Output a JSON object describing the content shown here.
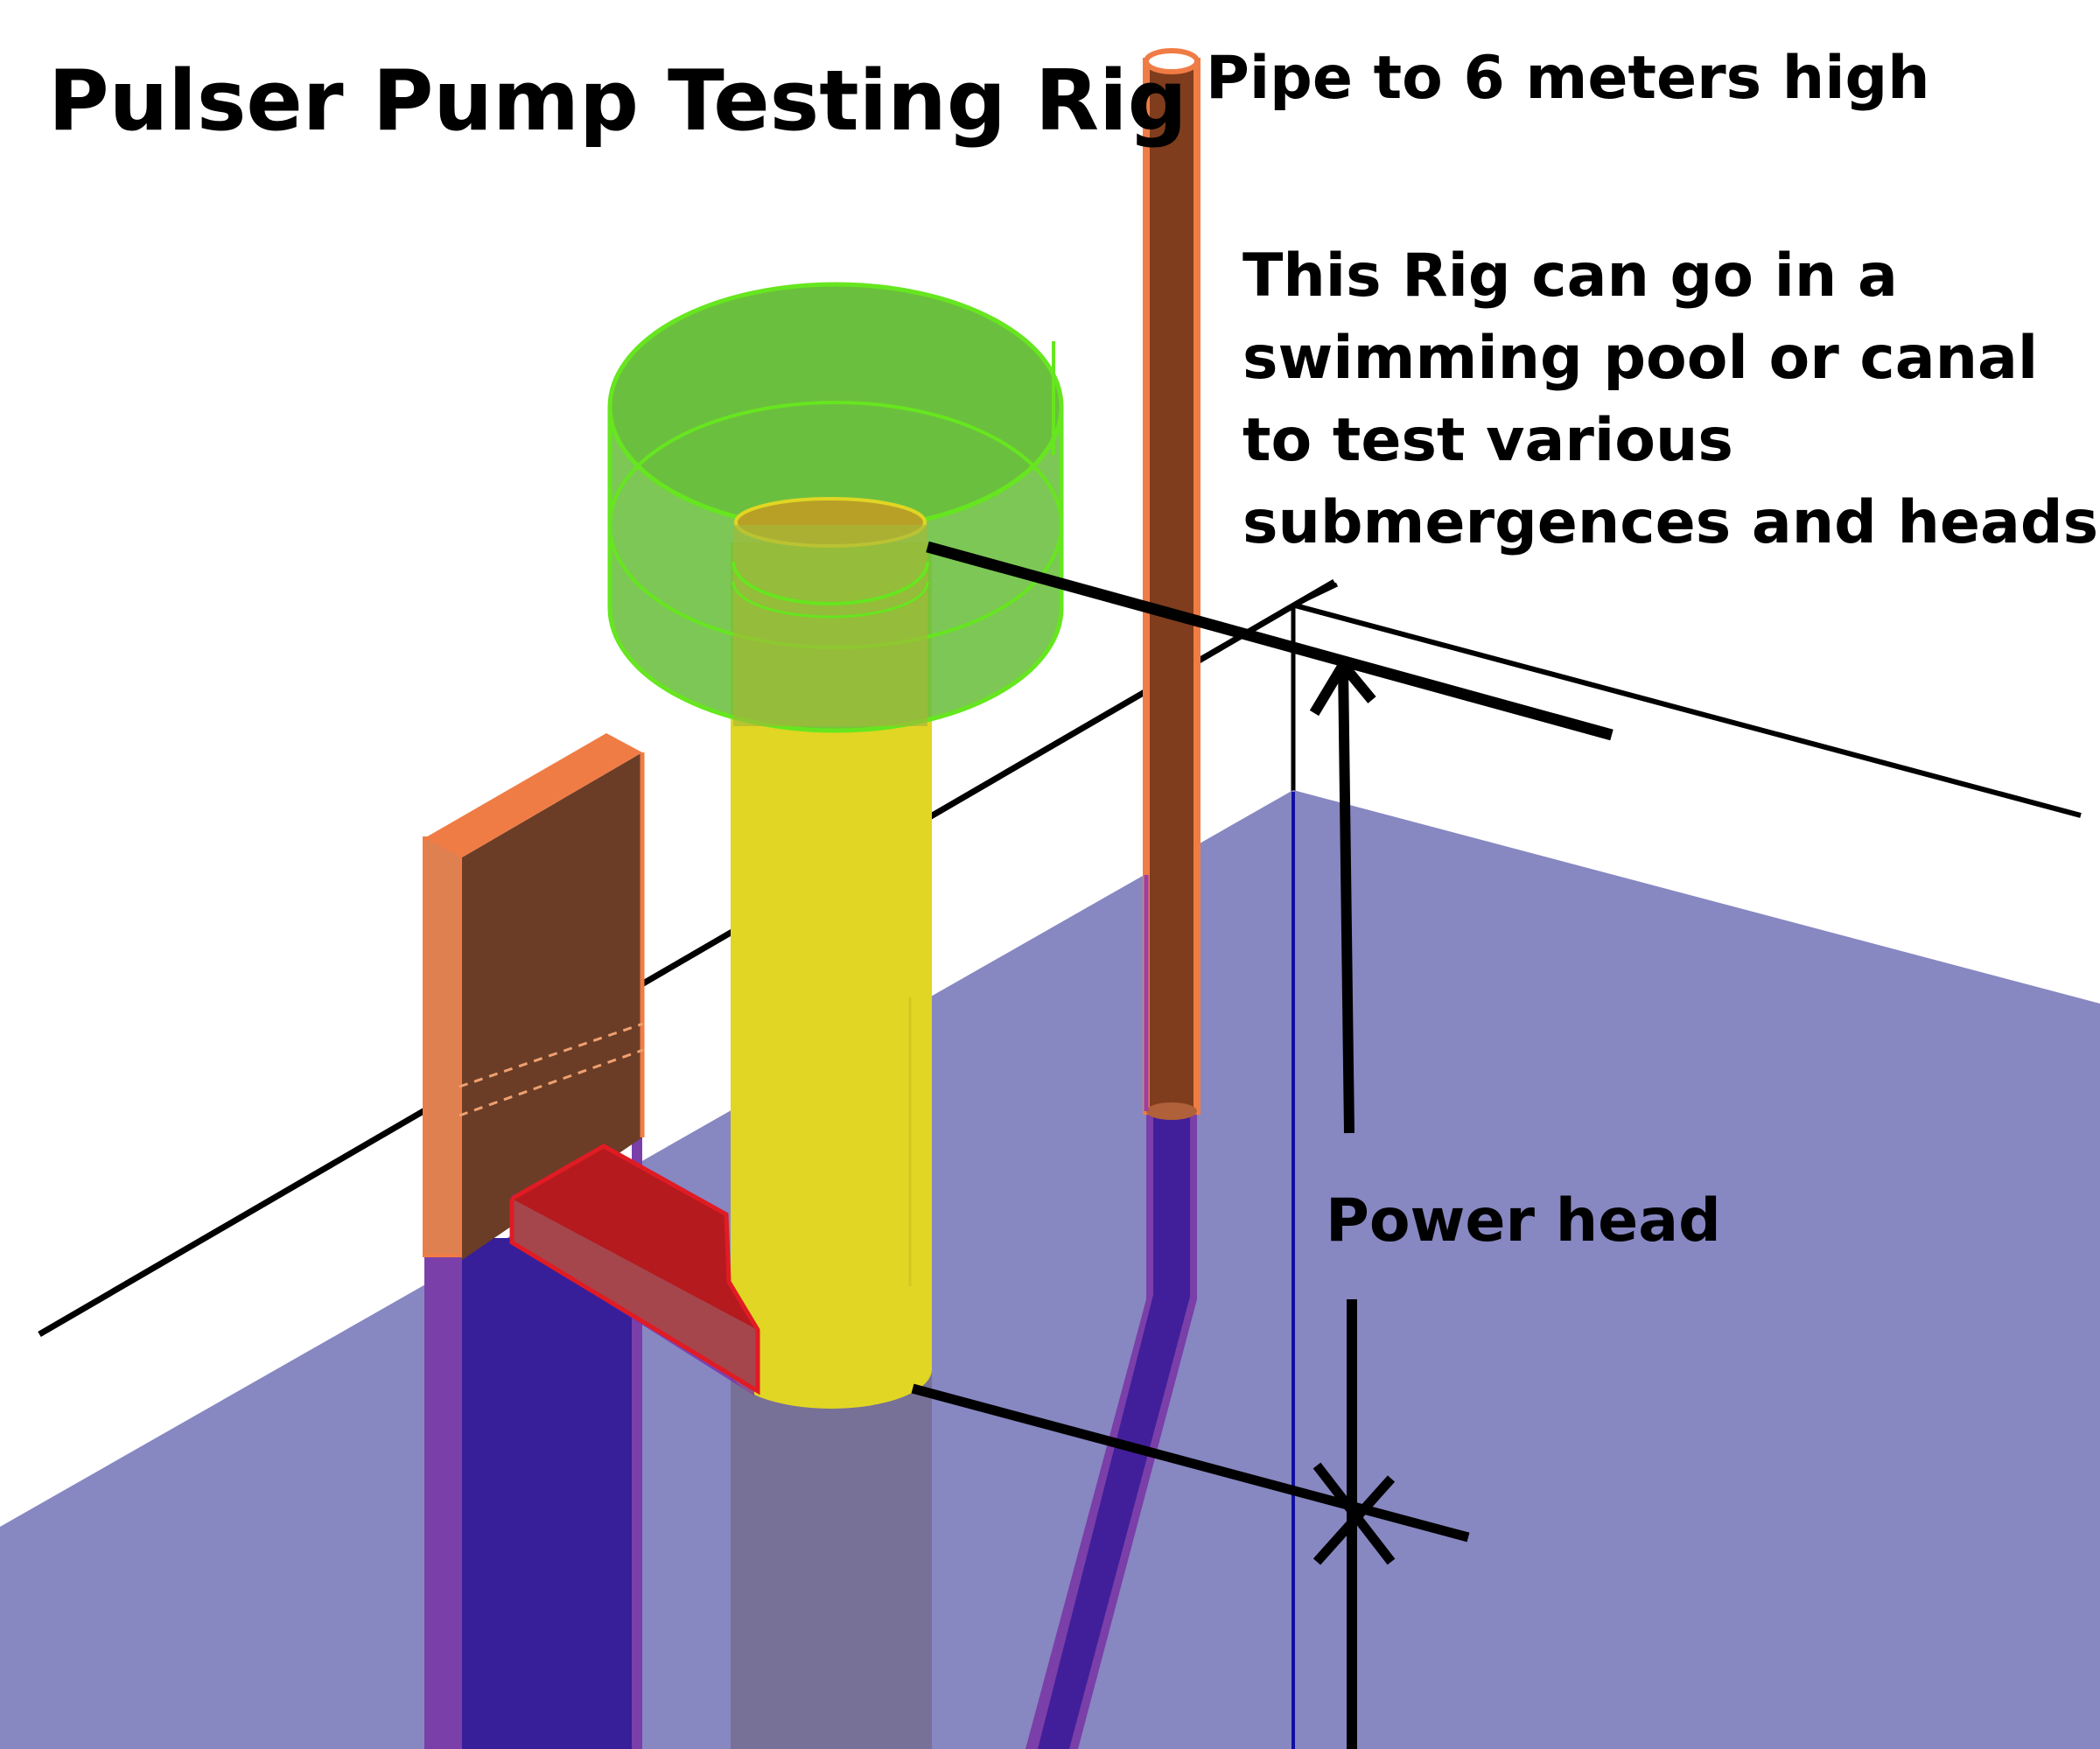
{
  "title": "Pulser Pump Testing Rig",
  "labels": {
    "pipe_height": "Pipe to 6 meters high",
    "power_head": "Power head",
    "note_lines": [
      "This Rig can go in a",
      "swimming pool or canal",
      "to test various",
      "submergences and heads"
    ]
  },
  "colors": {
    "background": "#ffffff",
    "water": "#8787c2",
    "water_submerged_part": "#3a1f9a",
    "pipe_outline": "#f07c45",
    "pipe_body": "#7f3d1d",
    "board_body": "#6b3d26",
    "tank_green": "#6bbf3f",
    "tank_outline": "#66e61f",
    "column_yellow": "#e1d623",
    "wedge_red": "#b41a1e",
    "line": "#000000",
    "vertical_ref_line": "#1010a0"
  },
  "components": [
    "rig-frame",
    "water-surface",
    "delivery-pipe",
    "board-post",
    "float-tank",
    "yellow-column",
    "red-wedge",
    "head-measure-arrow",
    "submergence-marker"
  ]
}
